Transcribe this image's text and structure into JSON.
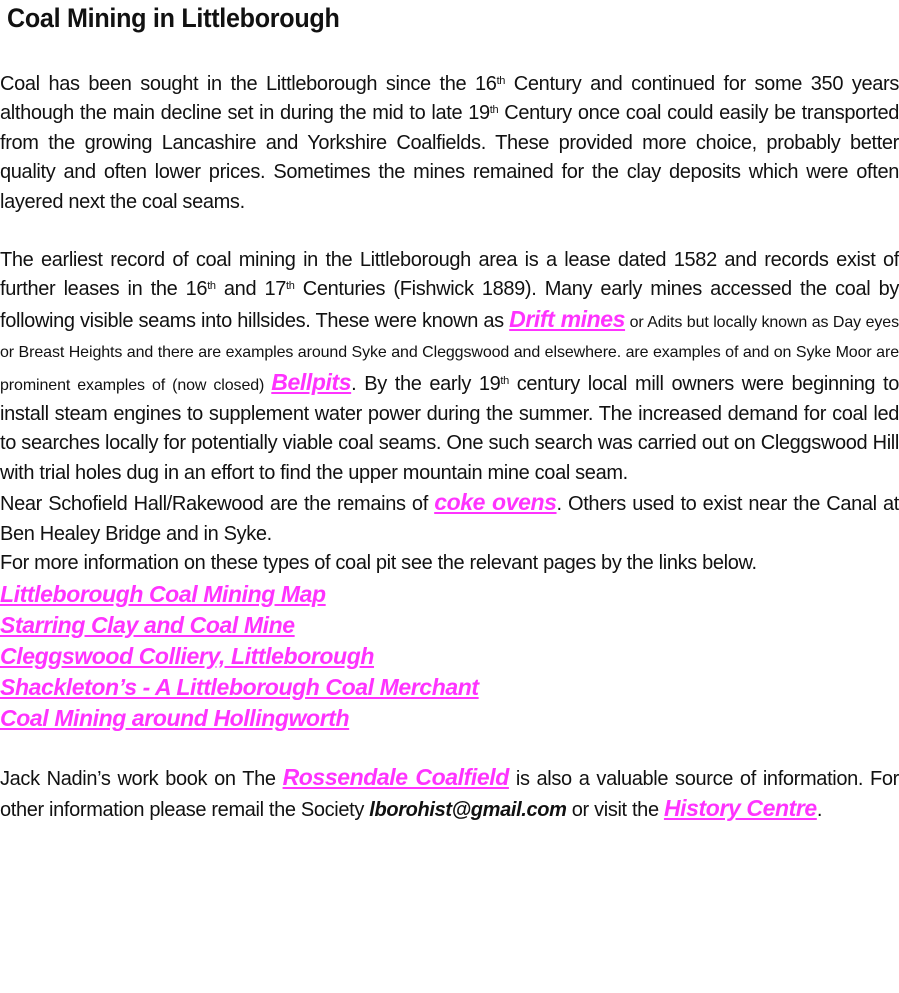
{
  "title": "Coal Mining in Littleborough",
  "para1": {
    "t1": "Coal has been sought in the Littleborough since the 16",
    "sup1": "th",
    "t2": " Century and continued for some 350 years although the main decline set in during the mid to late 19",
    "sup2": "th",
    "t3": " Century once coal could easily be transported from the growing Lancashire and Yorkshire Coalfields. These provided more choice, probably better quality and often lower prices. Sometimes the mines remained for the clay deposits which were often layered next the coal seams."
  },
  "para2": {
    "t1": "The earliest record of coal mining in the Littleborough area is a lease dated 1582 and records exist of further leases in the 16",
    "sup1": "th",
    "t2": " and 17",
    "sup2": "th",
    "t3": " Centuries (Fishwick 1889). Many early mines accessed the coal by following visible seams into hillsides. These were known as ",
    "link_drift": "Drift mines",
    "t4": " or Adits but locally known as Day eyes or Breast Heights and there are examples around Syke and Cleggswood and elsewhere. are examples of and on Syke Moor are prominent examples of (now closed) ",
    "link_bellpits": "Bellpits",
    "t5": ". By the early 19",
    "sup3": "th",
    "t6": " century local mill owners were beginning to install steam engines to supplement water power during the summer. The increased demand for coal led to searches locally for potentially viable coal seams. One such search was carried out on Cleggswood Hill with trial holes dug in an effort to find the upper mountain mine coal seam."
  },
  "para3": {
    "t1": "Near Schofield Hall/Rakewood are the remains of ",
    "link_coke": "coke ovens",
    "t2": ". Others used to exist near the Canal at Ben Healey Bridge and in Syke."
  },
  "para4": "For more information on these types of coal pit see the relevant pages by the links below.",
  "links": [
    "Littleborough Coal Mining Map",
    "Starring Clay and Coal Mine",
    "Cleggswood Colliery, Littleborough",
    "Shackleton’s - A Littleborough Coal Merchant",
    "Coal Mining around Hollingworth"
  ],
  "para5": {
    "t1": "Jack Nadin’s work book on The ",
    "link_rossendale": "Rossendale Coalfield",
    "t2": " is also a valuable source of information. For other information please remail the Society ",
    "email": "lborohist@gmail.com",
    "t3": " or visit the ",
    "link_history": "History Centre",
    "t4": "."
  },
  "colors": {
    "link": "#ff33ff",
    "text": "#111111",
    "background": "#ffffff"
  }
}
